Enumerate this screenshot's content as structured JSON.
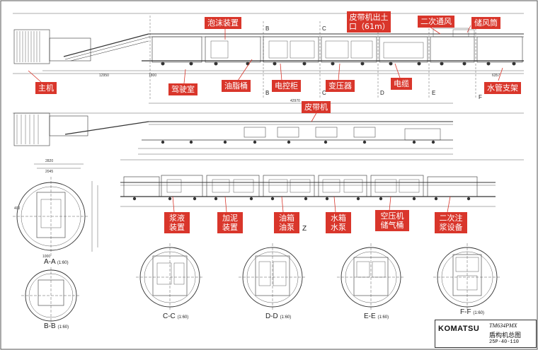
{
  "callouts": {
    "foam_device": "泡沫装置",
    "belt_exit": "皮带机出土口（61m）",
    "second_ventilation": "二次通风",
    "air_tank": "储风筒",
    "main_machine": "主机",
    "operator_cab": "驾驶室",
    "grease_barrel": "油脂桶",
    "electric_cabinet": "电控柜",
    "transformer": "变压器",
    "cable": "电缆",
    "water_pipe_rack": "水管支架",
    "belt_conveyor": "皮带机",
    "slurry_device": "浆液装置",
    "mud_device": "加泥装置",
    "oil_tank_pump": "油箱油泵",
    "water_tank_pump": "水箱水泵",
    "air_compressor": "空压机储气桶",
    "grout_equipment": "二次注浆设备"
  },
  "sections": {
    "a": "A-A",
    "b": "B-B",
    "c": "C-C",
    "d": "D-D",
    "e": "E-E",
    "f": "F-F",
    "scale": "(1:60)"
  },
  "dimensions": {
    "main_length": "12950",
    "trailer_gap": "1800",
    "tail": "6357",
    "total": "42970",
    "dia_top": "2820",
    "dia_a": "2045",
    "bottom_a": "1000",
    "small_a": "400"
  },
  "cut_marks": [
    "B",
    "C",
    "D",
    "E",
    "F"
  ],
  "z_mark": "Z",
  "title_block": {
    "logo": "KOMATSU",
    "model": "TM634PMX",
    "drawing_name": "盾构机总图",
    "drawing_no": "25P-40-110"
  },
  "colors": {
    "callout": "#d9362b",
    "line": "#333333"
  }
}
